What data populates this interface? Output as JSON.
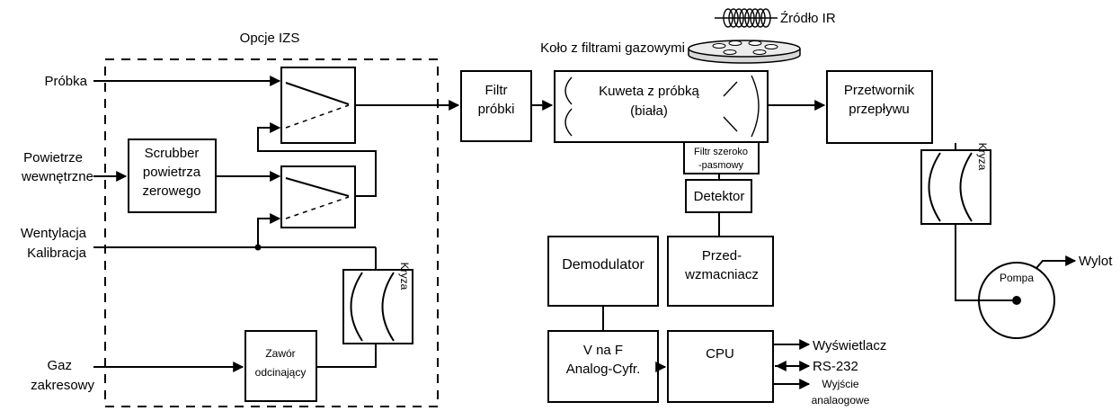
{
  "diagram": {
    "izs_title": "Opcje IZS",
    "inputs": {
      "sample": "Próbka",
      "internal_air_1": "Powietrze",
      "internal_air_2": "wewnętrzne",
      "vent": "Wentylacja",
      "calibration": "Kalibracja",
      "span_gas_1": "Gaz",
      "span_gas_2": "zakresowy"
    },
    "scrubber": [
      "Scrubber",
      "powietrza",
      "zerowego"
    ],
    "shutoff_valve": [
      "Zawór",
      "odcinający"
    ],
    "orifice_text": "Kryza",
    "sample_filter": [
      "Filtr",
      "próbki"
    ],
    "cell": [
      "Kuweta z próbką",
      "(biała)"
    ],
    "ir_source": "Źródło IR",
    "filter_wheel": "Koło z filtrami gazowymi",
    "bandpass_filter": [
      "Filtr szeroko",
      "-pasmowy"
    ],
    "detector": "Detektor",
    "demodulator": "Demodulator",
    "preamp": [
      "Przed-",
      "wzmacniacz"
    ],
    "vtof": [
      "V na F",
      "Analog-Cyfr."
    ],
    "cpu": "CPU",
    "outputs": {
      "display": "Wyświetlacz",
      "rs232": "RS-232",
      "analog_1": "Wyjście",
      "analog_2": "analaogowe"
    },
    "flow_sensor": [
      "Przetwornik",
      "przepływu"
    ],
    "pump": "Pompa",
    "outlet": "Wylot"
  }
}
